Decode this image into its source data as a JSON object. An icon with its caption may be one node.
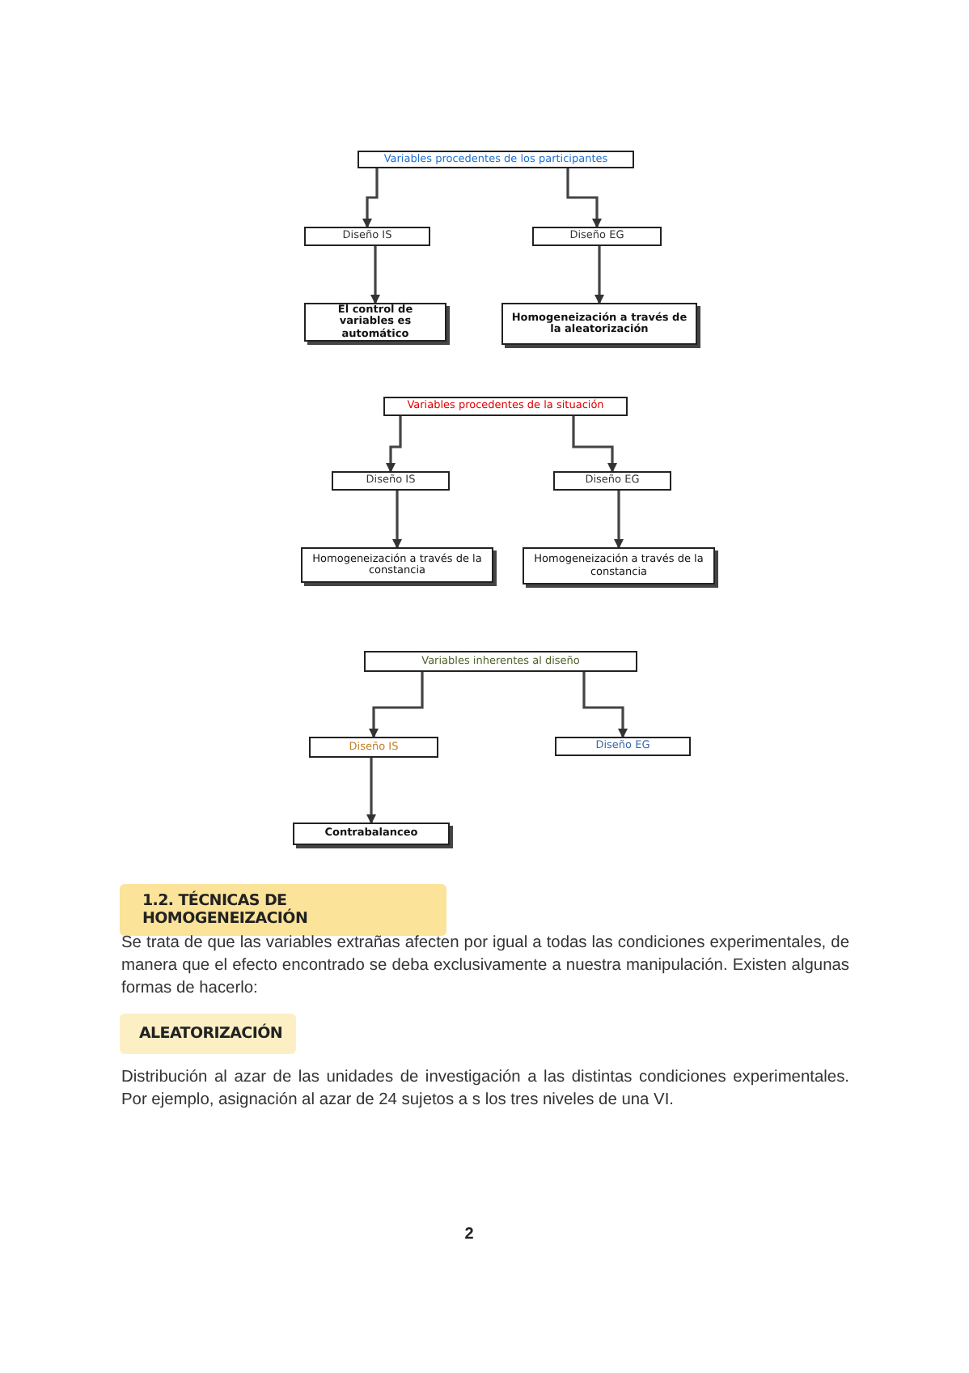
{
  "diagram": {
    "nodes": [
      {
        "text": [
          "Variables procedentes de los participantes"
        ]
      },
      {
        "text": [
          "Diseño IS"
        ]
      },
      {
        "text": [
          "Diseño EG"
        ]
      },
      {
        "text": [
          "El control de variables es automático"
        ]
      },
      {
        "text": [
          "Homogeneización a través de la aleatorización"
        ]
      },
      {
        "text": [
          "Variables procedentes de la situación"
        ]
      },
      {
        "text": [
          "Diseño IS"
        ]
      },
      {
        "text": [
          "Diseño EG"
        ]
      },
      {
        "text": [
          "Homogeneización a través de la constancia"
        ]
      },
      {
        "text": [
          "Homogeneización a través de la constancia"
        ]
      },
      {
        "text": [
          "Variables inherentes al diseño"
        ]
      },
      {
        "text": [
          "Diseño IS"
        ]
      },
      {
        "text": [
          "Diseño EG"
        ]
      },
      {
        "text": [
          "Contrabalanceo"
        ]
      }
    ],
    "edges": [
      {
        "from": 0,
        "to": 1,
        "arrow": "to"
      },
      {
        "from": 0,
        "to": 2,
        "arrow": "to"
      },
      {
        "from": 1,
        "to": 3,
        "arrow": "to"
      },
      {
        "from": 2,
        "to": 4,
        "arrow": "to"
      },
      {
        "from": 5,
        "to": 6,
        "arrow": "to"
      },
      {
        "from": 5,
        "to": 7,
        "arrow": "to"
      },
      {
        "from": 6,
        "to": 8,
        "arrow": "to"
      },
      {
        "from": 7,
        "to": 9,
        "arrow": "to"
      },
      {
        "from": 10,
        "to": 11,
        "arrow": "to"
      },
      {
        "from": 10,
        "to": 12,
        "arrow": "to"
      },
      {
        "from": 11,
        "to": 13,
        "arrow": "to"
      }
    ],
    "labels": [
      "1.2. TÉCNICAS DE HOMOGENEIZACIÓN",
      "Se trata de que las variables extrañas afecten por igual a todas las condiciones experimentales, de manera que el efecto encontrado se deba exclusivamente a nuestra manipulación. Existen algunas formas de hacerlo:",
      "ALEATORIZACIÓN",
      "Distribución al azar de las unidades de investigación a las distintas condiciones experimentales. Por ejemplo, asignación al azar de 24 sujetos a s los tres niveles de una VI.",
      "2"
    ]
  }
}
